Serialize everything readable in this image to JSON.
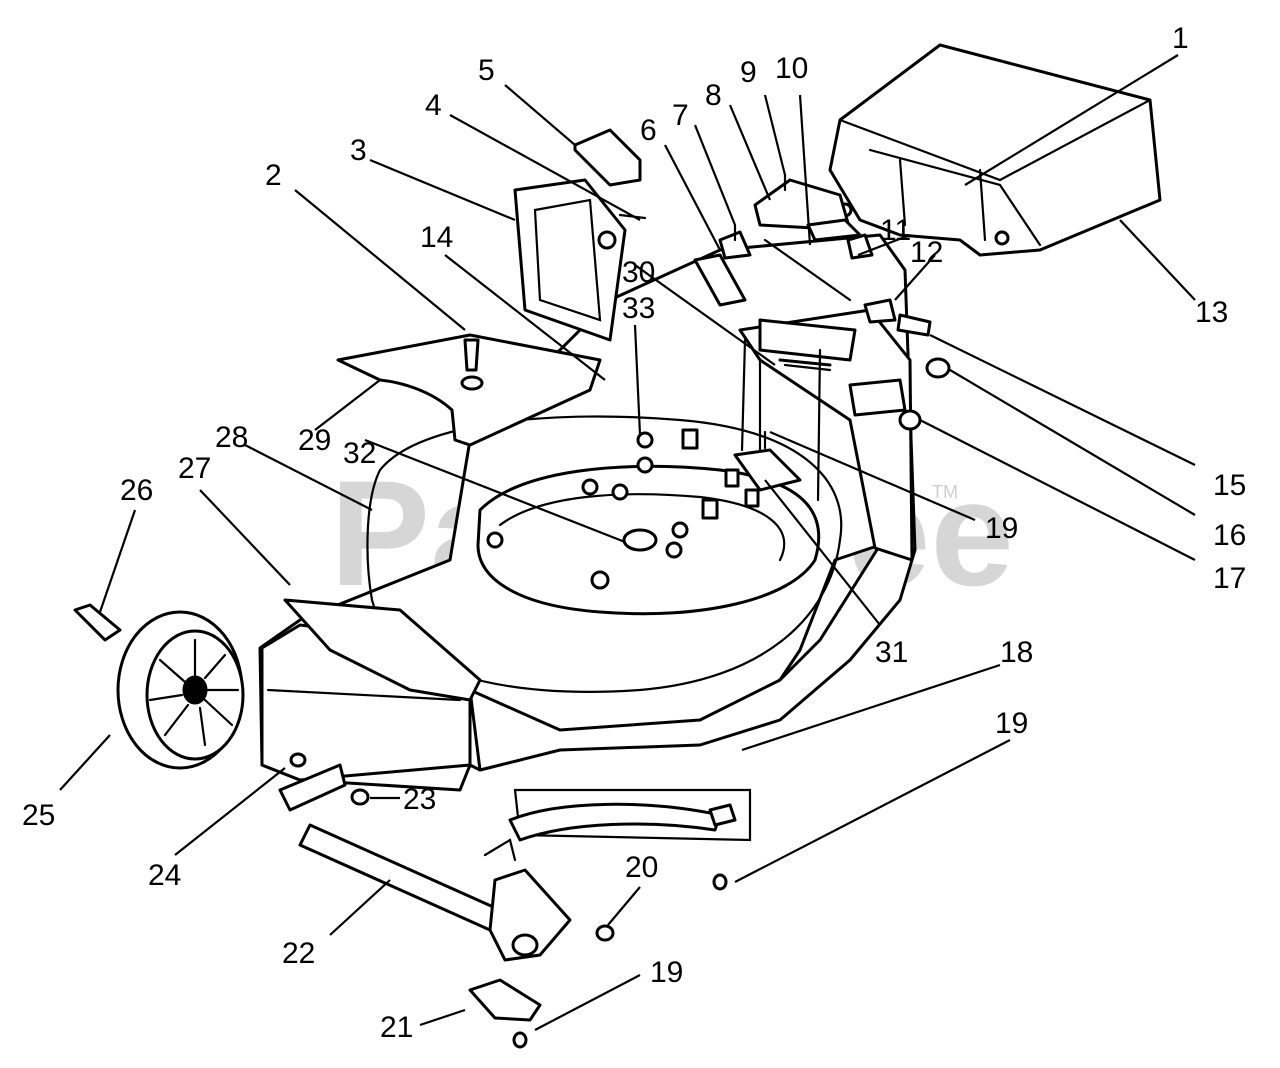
{
  "watermark": {
    "text": "PartsTree",
    "trademark": "TM",
    "color": "#cfcfcf"
  },
  "callouts": [
    {
      "id": "1",
      "label": "1"
    },
    {
      "id": "2",
      "label": "2"
    },
    {
      "id": "3",
      "label": "3"
    },
    {
      "id": "4",
      "label": "4"
    },
    {
      "id": "5",
      "label": "5"
    },
    {
      "id": "6",
      "label": "6"
    },
    {
      "id": "7",
      "label": "7"
    },
    {
      "id": "8",
      "label": "8"
    },
    {
      "id": "9",
      "label": "9"
    },
    {
      "id": "10",
      "label": "10"
    },
    {
      "id": "11",
      "label": "11"
    },
    {
      "id": "12",
      "label": "12"
    },
    {
      "id": "13",
      "label": "13"
    },
    {
      "id": "14",
      "label": "14"
    },
    {
      "id": "15",
      "label": "15"
    },
    {
      "id": "16",
      "label": "16"
    },
    {
      "id": "17",
      "label": "17"
    },
    {
      "id": "18",
      "label": "18"
    },
    {
      "id": "19a",
      "label": "19"
    },
    {
      "id": "19b",
      "label": "19"
    },
    {
      "id": "19c",
      "label": "19"
    },
    {
      "id": "20",
      "label": "20"
    },
    {
      "id": "21",
      "label": "21"
    },
    {
      "id": "22",
      "label": "22"
    },
    {
      "id": "23",
      "label": "23"
    },
    {
      "id": "24",
      "label": "24"
    },
    {
      "id": "25",
      "label": "25"
    },
    {
      "id": "26",
      "label": "26"
    },
    {
      "id": "27",
      "label": "27"
    },
    {
      "id": "28",
      "label": "28"
    },
    {
      "id": "29",
      "label": "29"
    },
    {
      "id": "30",
      "label": "30"
    },
    {
      "id": "31",
      "label": "31"
    },
    {
      "id": "32",
      "label": "32"
    },
    {
      "id": "33",
      "label": "33"
    }
  ]
}
